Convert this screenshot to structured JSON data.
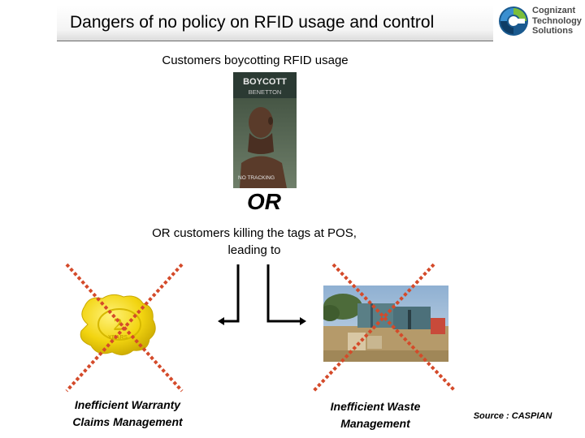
{
  "slide": {
    "title": "Dangers of no policy on RFID usage and control",
    "logo": {
      "lines": [
        "Cognizant",
        "Technology",
        "Solutions"
      ],
      "icon": "cognizant-logo-icon"
    },
    "subtitle": "Customers boycotting RFID usage",
    "book_cover": {
      "top_text": "BOYCOTT",
      "brand_text": "BENETTON",
      "bottom_text": "NO TRACKING"
    },
    "or_big": "OR",
    "or_sub_lines": [
      "OR customers killing the tags at POS,",
      "leading to"
    ],
    "left_image": {
      "icon": "warranty-seal-icon",
      "seal_text": "YEARS"
    },
    "right_image": {
      "icon": "waste-dump-photo"
    },
    "captions": {
      "left": [
        "Inefficient Warranty",
        "Claims Management"
      ],
      "right": [
        "Inefficient Waste",
        "Management"
      ]
    },
    "source": "Source : CASPIAN",
    "colors": {
      "cross": "#d44a2a",
      "seal": "#f2d410",
      "title_bar": "#f4f4f4"
    }
  }
}
